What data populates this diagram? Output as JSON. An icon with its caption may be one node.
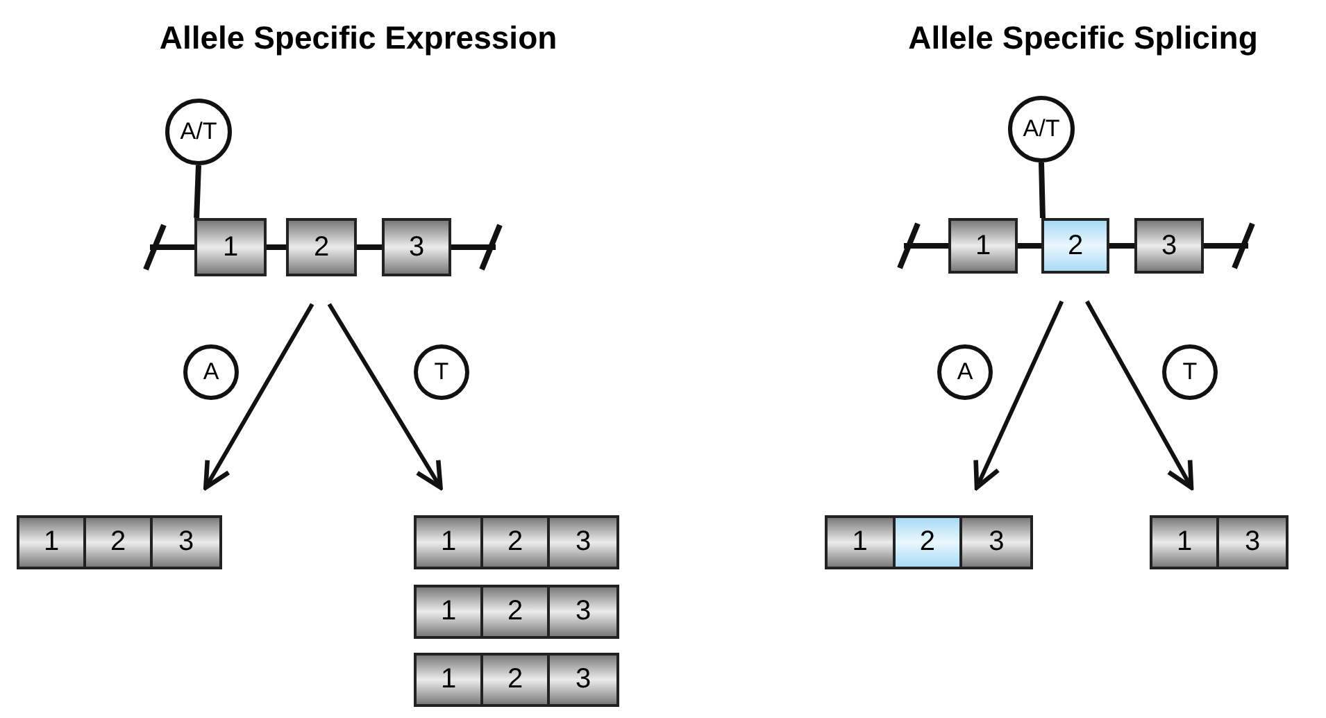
{
  "diagram": {
    "nodes": [
      {
        "text": [
          "A/T"
        ]
      },
      {
        "text": [
          "1"
        ]
      },
      {
        "text": [
          "2"
        ]
      },
      {
        "text": [
          "3"
        ]
      },
      {
        "text": [
          "A"
        ]
      },
      {
        "text": [
          "T"
        ]
      },
      {
        "text": [],
        "shape": "box"
      },
      {
        "text": [
          "1"
        ],
        "in": 6
      },
      {
        "text": [
          "2"
        ],
        "in": 6
      },
      {
        "text": [
          "3"
        ],
        "in": 6
      },
      {
        "text": [],
        "shape": "box"
      },
      {
        "text": [
          "1"
        ],
        "in": 10
      },
      {
        "text": [
          "2"
        ],
        "in": 10
      },
      {
        "text": [
          "3"
        ],
        "in": 10
      },
      {
        "text": [],
        "shape": "box"
      },
      {
        "text": [
          "1"
        ],
        "in": 14
      },
      {
        "text": [
          "2"
        ],
        "in": 14
      },
      {
        "text": [
          "3"
        ],
        "in": 14
      },
      {
        "text": [],
        "shape": "box"
      },
      {
        "text": [
          "1"
        ],
        "in": 18
      },
      {
        "text": [
          "2"
        ],
        "in": 18
      },
      {
        "text": [
          "3"
        ],
        "in": 18
      },
      {
        "text": [
          "A/T"
        ]
      },
      {
        "text": [
          "1"
        ]
      },
      {
        "text": [
          "2"
        ]
      },
      {
        "text": [
          "3"
        ]
      },
      {
        "text": [
          "A"
        ]
      },
      {
        "text": [
          "T"
        ]
      },
      {
        "text": [],
        "shape": "box"
      },
      {
        "text": [
          "1"
        ],
        "in": 28
      },
      {
        "text": [
          "2"
        ],
        "in": 28
      },
      {
        "text": [
          "3"
        ],
        "in": 28
      },
      {
        "text": [],
        "shape": "box"
      },
      {
        "text": [
          "1"
        ],
        "in": 32
      },
      {
        "text": [
          "3"
        ],
        "in": 32
      }
    ],
    "edges": [
      {
        "from": 0,
        "to": 1,
        "arrow": "none"
      },
      {
        "from": 1,
        "to": 2,
        "arrow": "none"
      },
      {
        "from": 2,
        "to": 3,
        "arrow": "none"
      },
      {
        "from": 2,
        "to": 6,
        "arrow": "to"
      },
      {
        "from": 2,
        "to": 10,
        "arrow": "to"
      },
      {
        "from": 22,
        "to": 24,
        "arrow": "none"
      },
      {
        "from": 23,
        "to": 24,
        "arrow": "none"
      },
      {
        "from": 24,
        "to": 25,
        "arrow": "none"
      },
      {
        "from": 24,
        "to": 28,
        "arrow": "to"
      },
      {
        "from": 24,
        "to": 32,
        "arrow": "to"
      }
    ],
    "labels": [
      "Allele Specific Expression",
      "Allele Specific Splicing"
    ]
  }
}
